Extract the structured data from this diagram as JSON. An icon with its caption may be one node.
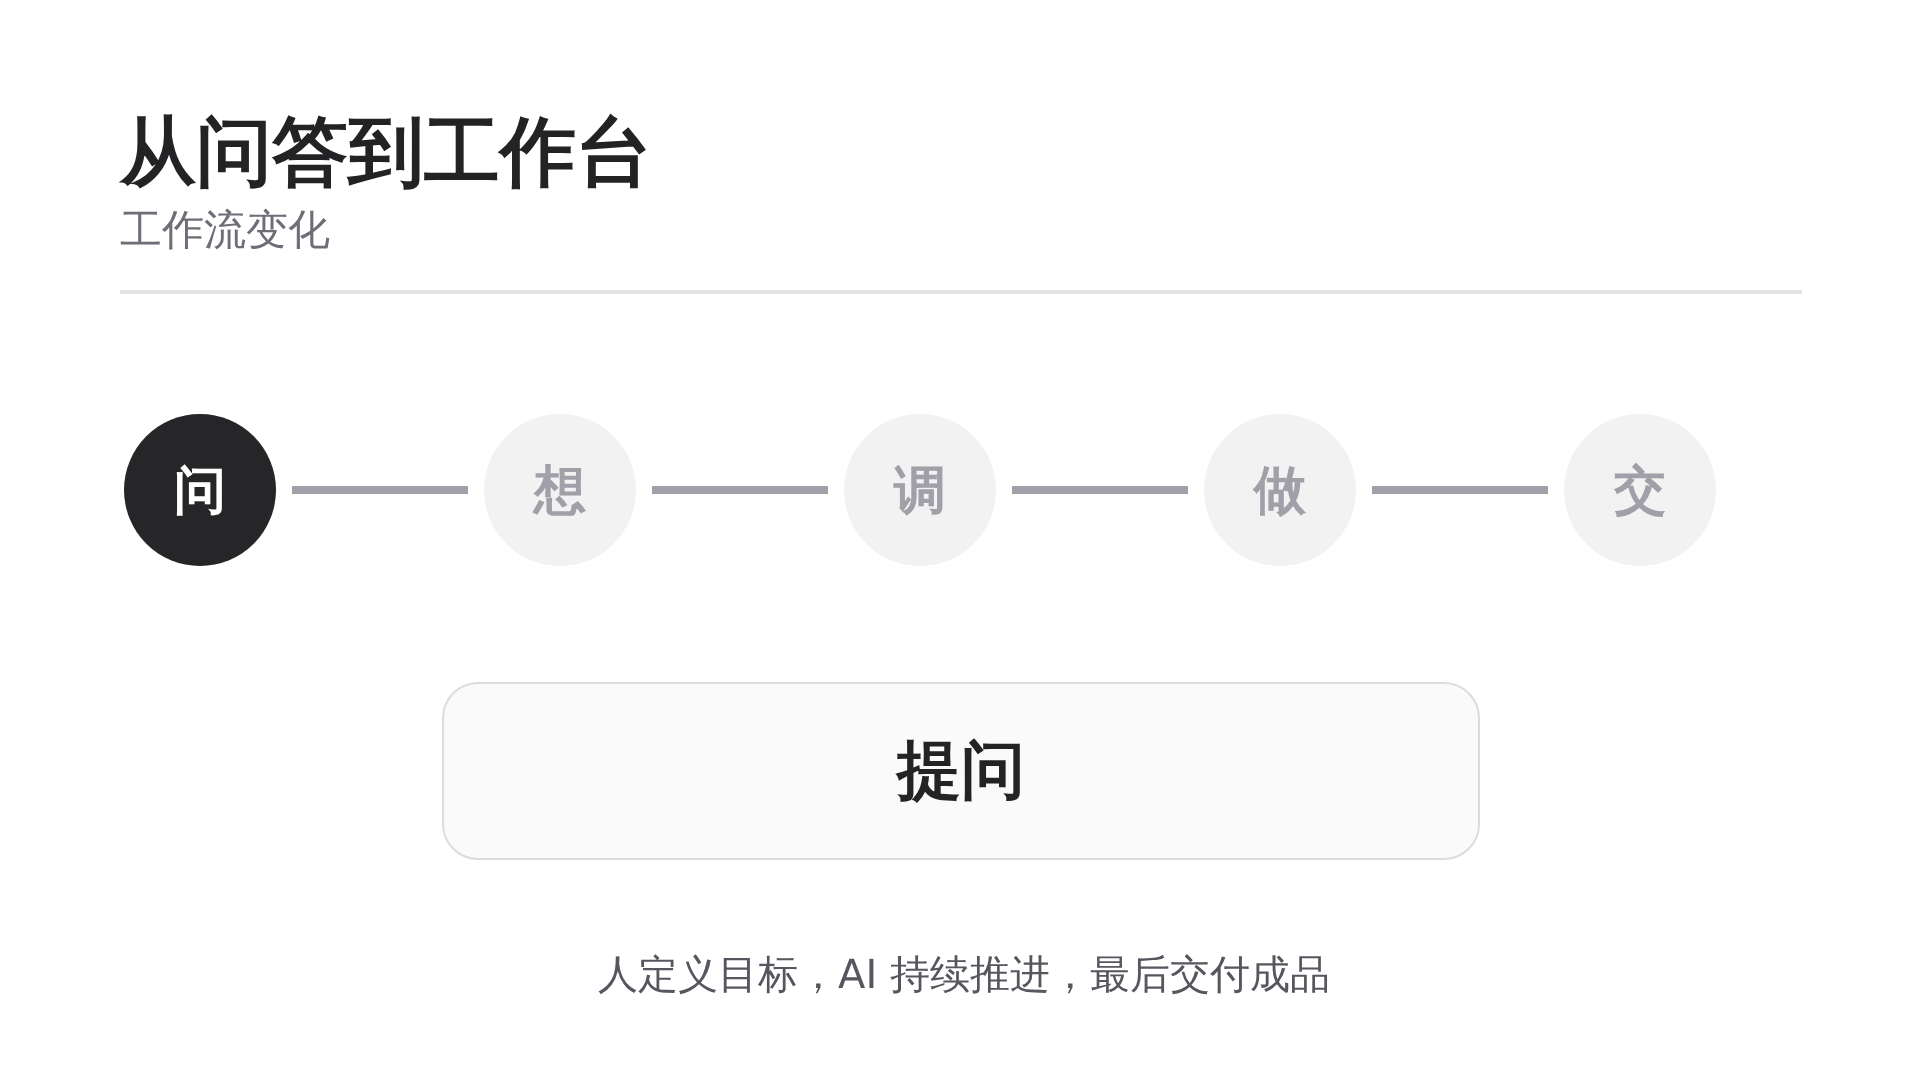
{
  "diagram": {
    "title": "从问答到工作台",
    "nodes": [
      {
        "text": [
          "问"
        ]
      },
      {
        "text": [
          "想"
        ]
      },
      {
        "text": [
          "调"
        ]
      },
      {
        "text": [
          "做"
        ]
      },
      {
        "text": [
          "交"
        ]
      },
      {
        "text": [
          "提问"
        ]
      }
    ],
    "edges": [
      {
        "from": 0,
        "to": 1,
        "arrow": "none"
      },
      {
        "from": 1,
        "to": 2,
        "arrow": "none"
      },
      {
        "from": 2,
        "to": 3,
        "arrow": "none"
      },
      {
        "from": 3,
        "to": 4,
        "arrow": "none"
      }
    ],
    "labels": [
      "工作流变化"
    ],
    "caption": "人定义目标，AI 持续推进，最后交付成品"
  }
}
